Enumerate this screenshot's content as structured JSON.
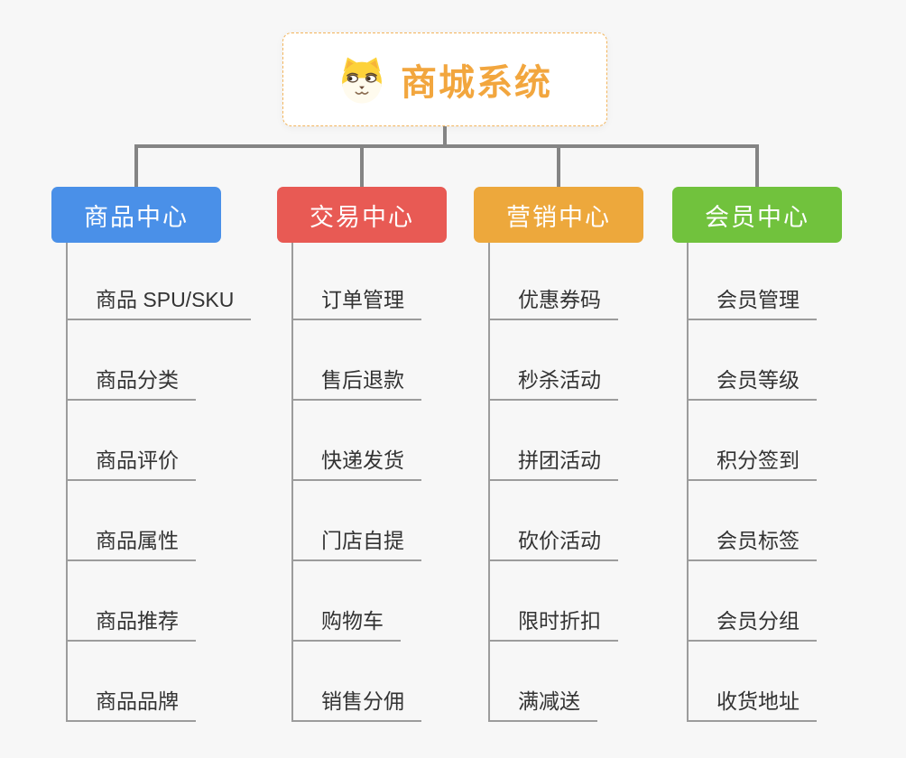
{
  "root": {
    "title": "商城系统",
    "icon": "dog-face-icon",
    "title_color": "#f2a63e",
    "border_color": "#f3b55c"
  },
  "connector_color": "#848484",
  "leaf_line_color": "#9c9c9c",
  "branches": [
    {
      "label": "商品中心",
      "color": "#4a90e8",
      "children": [
        "商品 SPU/SKU",
        "商品分类",
        "商品评价",
        "商品属性",
        "商品推荐",
        "商品品牌"
      ]
    },
    {
      "label": "交易中心",
      "color": "#e85a54",
      "children": [
        "订单管理",
        "售后退款",
        "快递发货",
        "门店自提",
        "购物车",
        "销售分佣"
      ]
    },
    {
      "label": "营销中心",
      "color": "#eda83c",
      "children": [
        "优惠券码",
        "秒杀活动",
        "拼团活动",
        "砍价活动",
        "限时折扣",
        "满减送"
      ]
    },
    {
      "label": "会员中心",
      "color": "#71c23d",
      "children": [
        "会员管理",
        "会员等级",
        "积分签到",
        "会员标签",
        "会员分组",
        "收货地址"
      ]
    }
  ]
}
